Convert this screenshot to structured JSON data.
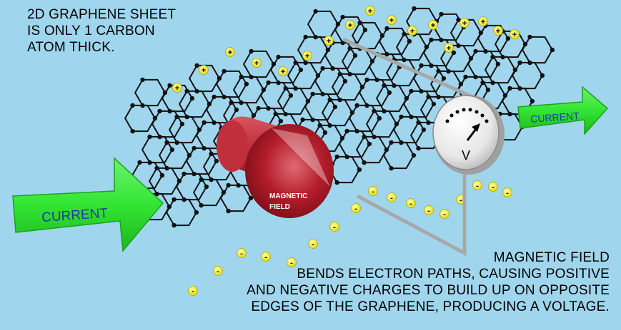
{
  "title_lines": [
    "2D GRAPHENE SHEET",
    "IS ONLY 1 CARBON",
    "ATOM THICK."
  ],
  "explanation_lines": [
    "MAGNETIC FIELD",
    "BENDS ELECTRON PATHS, CAUSING POSITIVE",
    "AND NEGATIVE CHARGES TO BUILD UP ON OPPOSITE",
    "EDGES OF THE GRAPHENE, PRODUCING A VOLTAGE."
  ],
  "arrow_in_label": "CURRENT",
  "arrow_out_label": "CURRENT",
  "magnet_label_lines": [
    "MAGNETIC",
    "FIELD"
  ],
  "voltmeter_symbol": "V",
  "positive_symbol": "+",
  "negative_symbol": "-",
  "colors": {
    "background": "#9fd6ee",
    "arrow": "#33e533",
    "arrow_text": "#1a3c9c",
    "magnet": "#b01e2e",
    "charge": "#f3ef2a",
    "lattice": "#111111",
    "wire": "#a8a8a8",
    "meter": "#f0f0f0"
  }
}
